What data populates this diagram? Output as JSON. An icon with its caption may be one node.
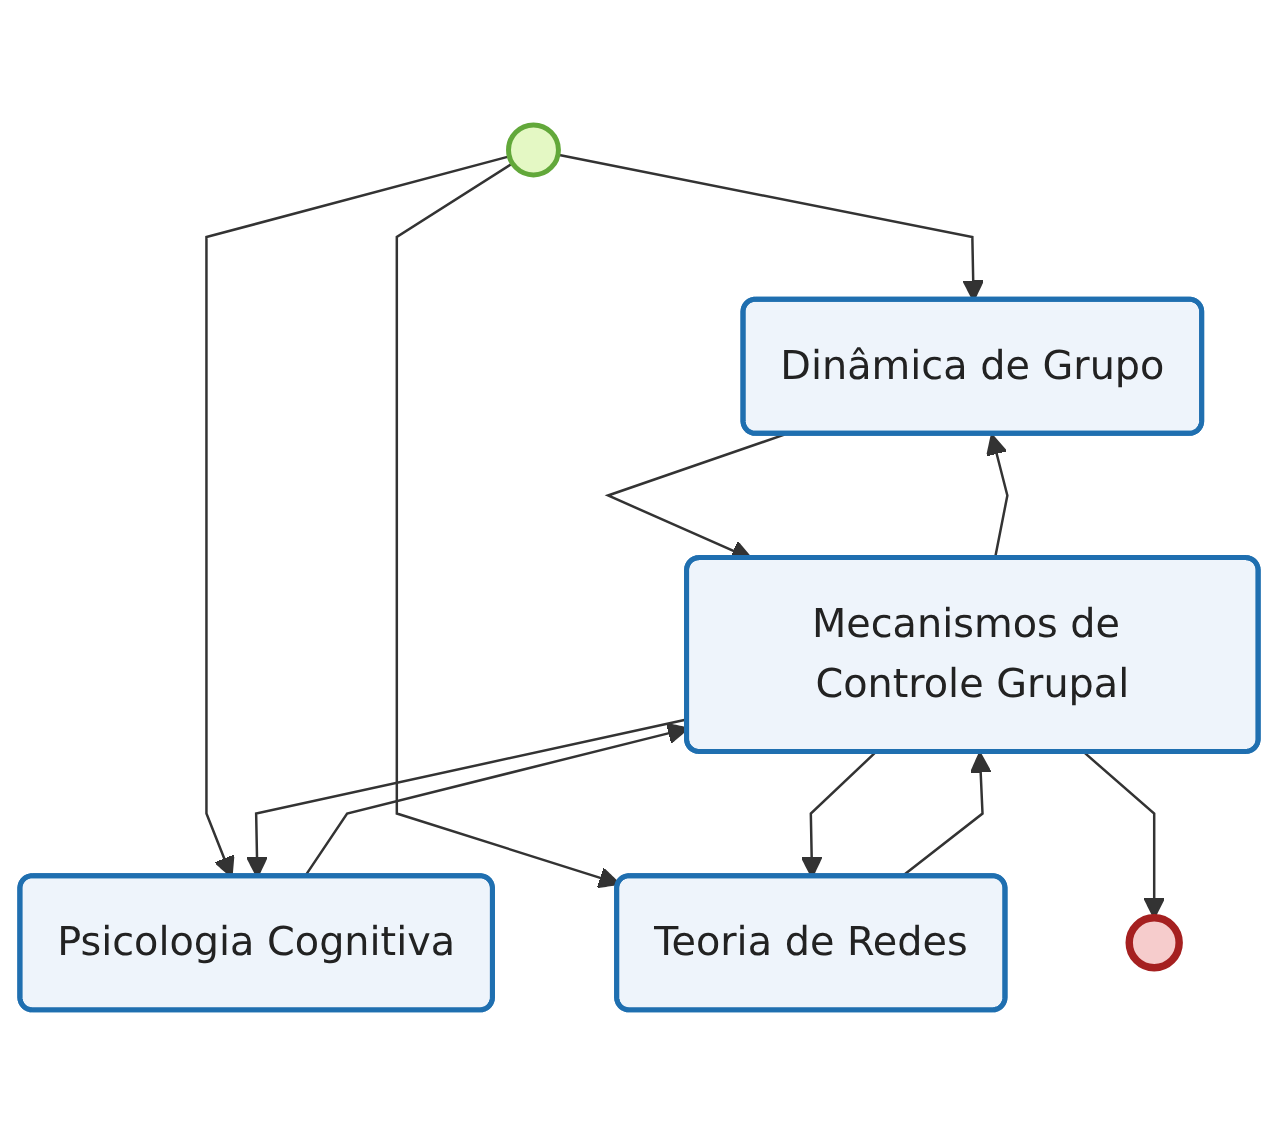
{
  "diagram": {
    "nodes": [
      {
        "text": [],
        "shape": "circle"
      },
      {
        "text": [
          "Dinâmica de Grupo"
        ]
      },
      {
        "text": [
          "Psicologia Cognitiva"
        ]
      },
      {
        "text": [
          "Teoria de Redes"
        ]
      },
      {
        "text": [
          "Mecanismos de Controle Grupal"
        ]
      },
      {
        "text": [],
        "shape": "circle"
      }
    ],
    "edges": [
      {
        "from": 0,
        "to": 1,
        "arrow": "to"
      },
      {
        "from": 0,
        "to": 2,
        "arrow": "to"
      },
      {
        "from": 0,
        "to": 3,
        "arrow": "to"
      },
      {
        "from": 1,
        "to": 4,
        "arrow": "to"
      },
      {
        "from": 4,
        "to": 1,
        "arrow": "to"
      },
      {
        "from": 2,
        "to": 4,
        "arrow": "to"
      },
      {
        "from": 4,
        "to": 2,
        "arrow": "to"
      },
      {
        "from": 4,
        "to": 3,
        "arrow": "to"
      },
      {
        "from": 3,
        "to": 4,
        "arrow": "to"
      },
      {
        "from": 4,
        "to": 5,
        "arrow": "to"
      }
    ]
  }
}
